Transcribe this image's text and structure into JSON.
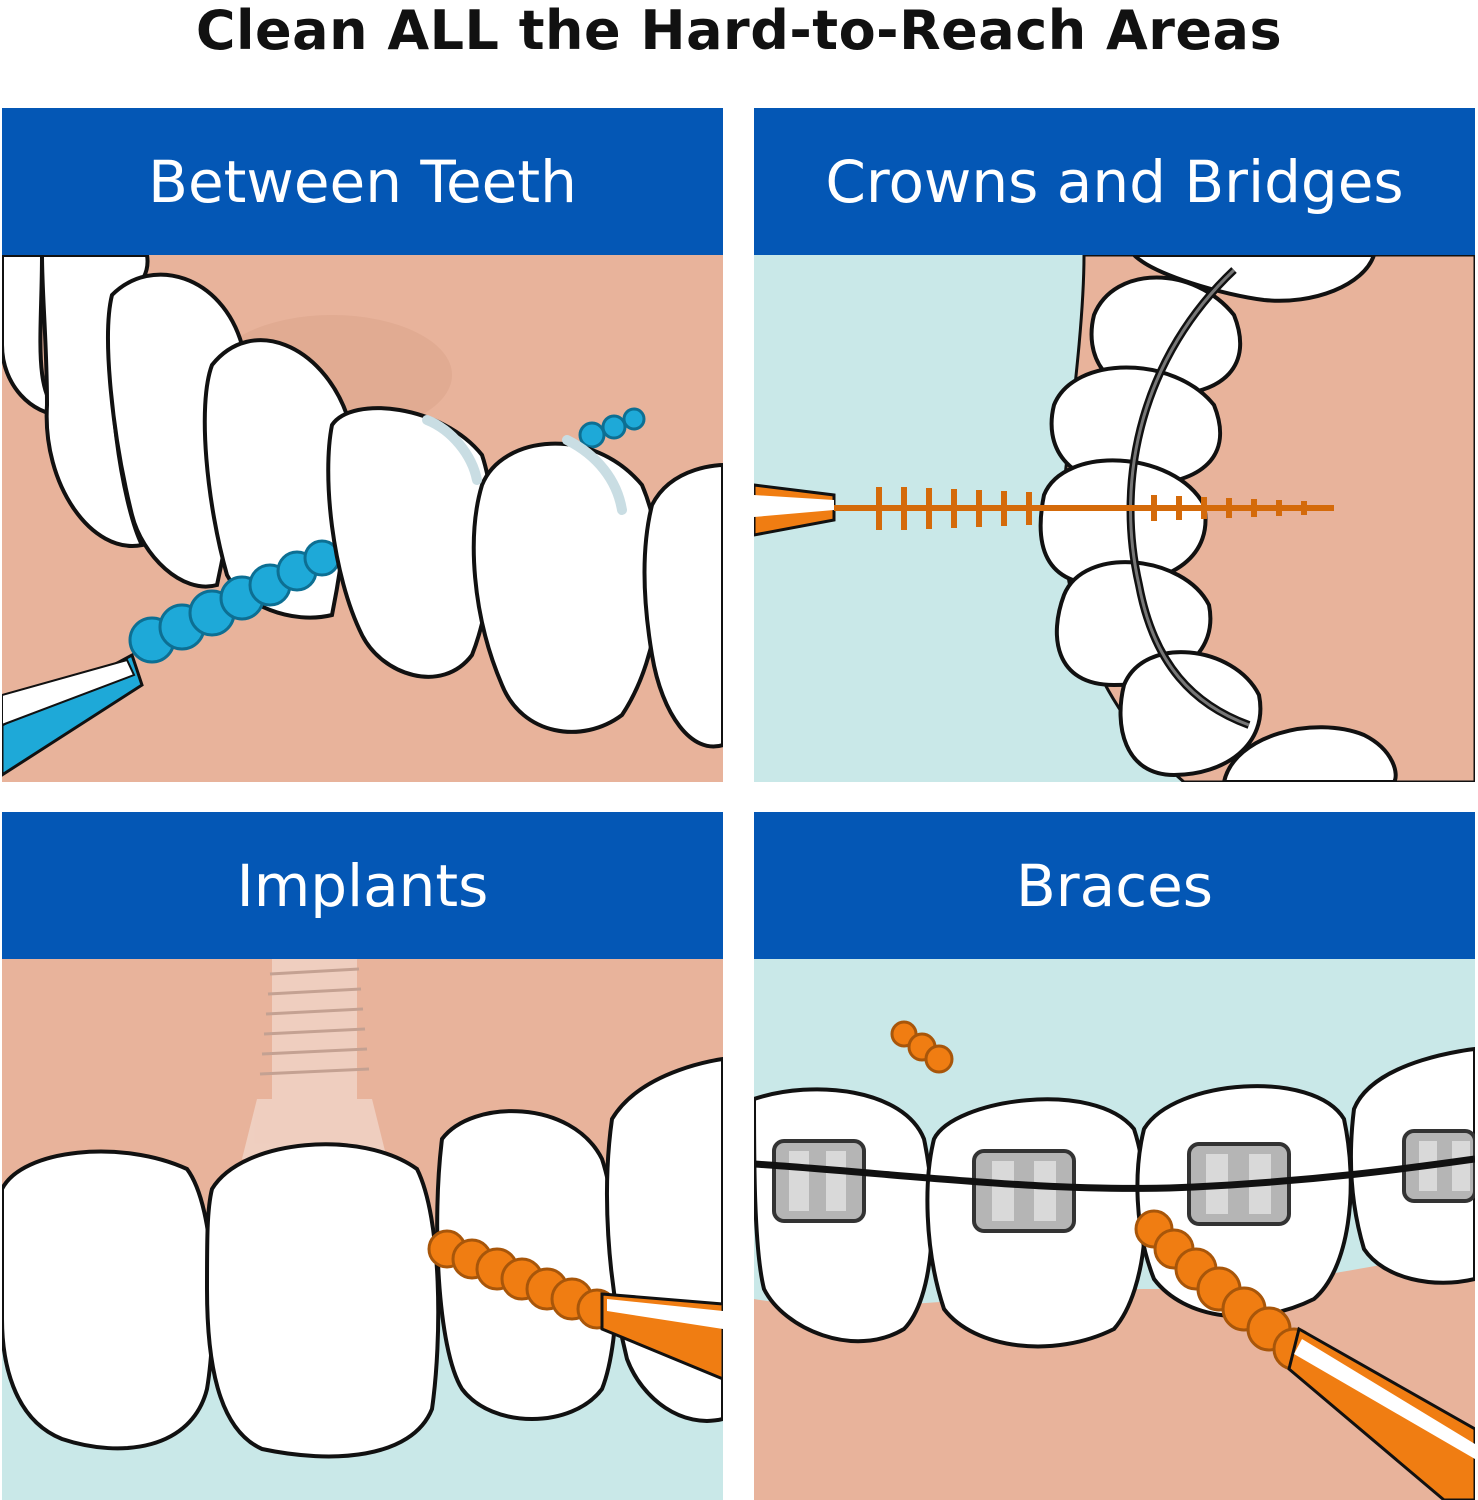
{
  "title": "Clean ALL the Hard-to-Reach Areas",
  "colors": {
    "header_blue": "#0457b5",
    "gum_pink": "#e8b39b",
    "mint": "#c9e8e8",
    "brush_blue": "#1ea9d8",
    "brush_orange": "#f07d12",
    "tooth_white": "#ffffff",
    "outline": "#111111"
  },
  "panels": [
    {
      "label": "Between Teeth",
      "illustration": "interdental-blue-brush-between-teeth"
    },
    {
      "label": "Crowns and Bridges",
      "illustration": "orange-brush-under-bridge-wire"
    },
    {
      "label": "Implants",
      "illustration": "orange-brush-next-to-implant"
    },
    {
      "label": "Braces",
      "illustration": "orange-brush-between-braces"
    }
  ]
}
